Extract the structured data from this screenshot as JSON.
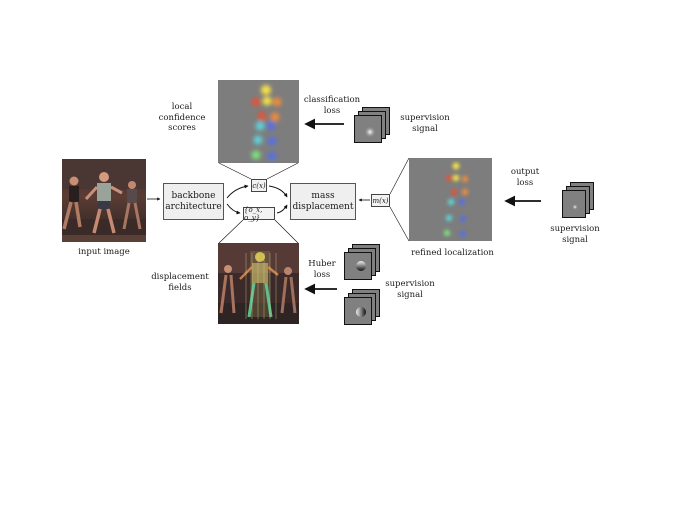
{
  "labels": {
    "input_image": "input image",
    "backbone": "backbone\narchitecture",
    "mass_displacement": "mass\ndisplacement",
    "local_confidence": "local\nconfidence\nscores",
    "classification_loss": "classification\nloss",
    "supervision_top": "supervision\nsignal",
    "displacement_fields": "displacement\nfields",
    "huber_loss": "Huber\nloss",
    "supervision_bottom": "supervision\nsignal",
    "refined_localization": "refined localization",
    "output_loss": "output\nloss",
    "supervision_right": "supervision\nsignal",
    "c_x": "c(x)",
    "o_xy": "{o_x, o_y}",
    "m_x": "m(x)"
  },
  "colors": {
    "panel_gray": "#7d7d7d",
    "box_fill": "#efefef",
    "arrow": "#111111",
    "blob_yellow": "#f5e14a",
    "blob_orange": "#f08a3c",
    "blob_red": "#e0553a",
    "blob_cyan": "#5ed0d8",
    "blob_blue": "#5a6fe0",
    "blob_green": "#7be07a"
  }
}
